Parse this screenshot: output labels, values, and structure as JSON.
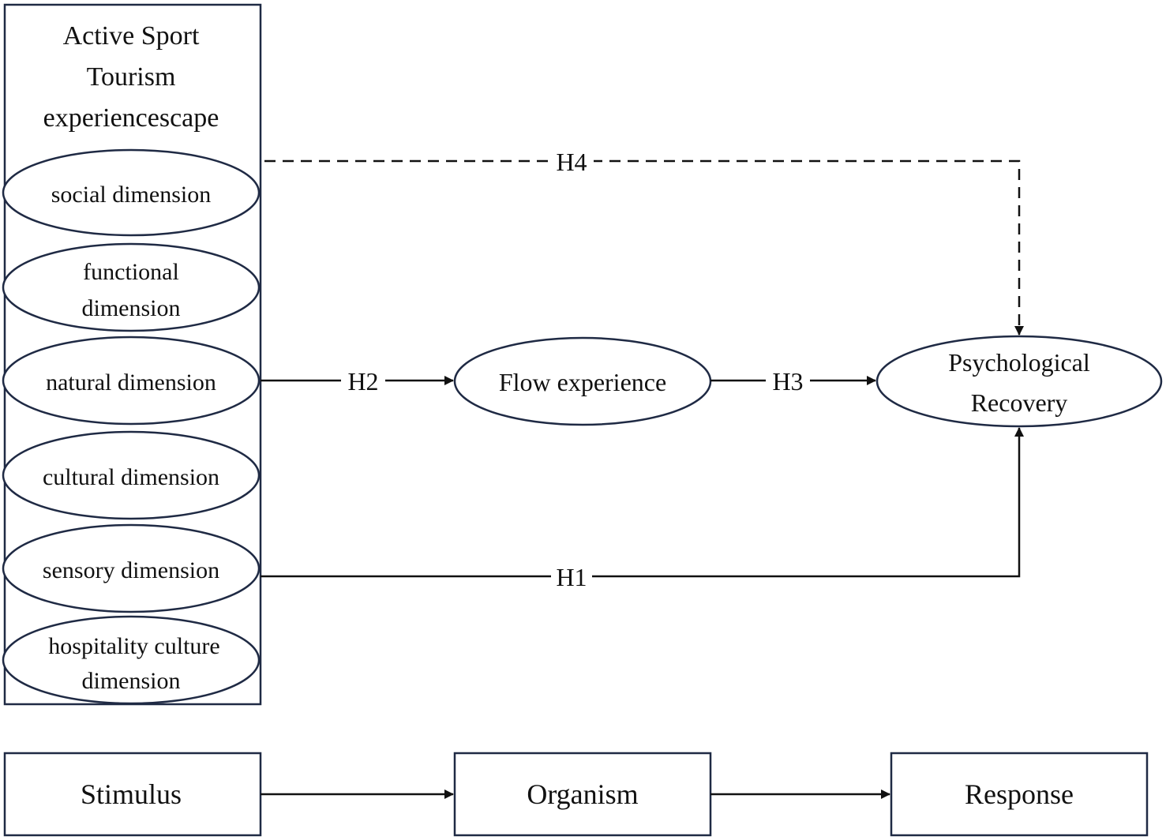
{
  "construct": {
    "title": [
      "Active Sport",
      "Tourism",
      "experiencescape"
    ],
    "dimensions": [
      [
        "social dimension"
      ],
      [
        "functional",
        "dimension"
      ],
      [
        "natural dimension"
      ],
      [
        "cultural dimension"
      ],
      [
        "sensory dimension"
      ],
      [
        "hospitality culture",
        "dimension"
      ]
    ]
  },
  "mediator": {
    "label": "Flow experience"
  },
  "outcome": {
    "lines": [
      "Psychological",
      "Recovery"
    ]
  },
  "hypotheses": {
    "h1": "H1",
    "h2": "H2",
    "h3": "H3",
    "h4": "H4"
  },
  "sor": {
    "stimulus": "Stimulus",
    "organism": "Organism",
    "response": "Response"
  }
}
